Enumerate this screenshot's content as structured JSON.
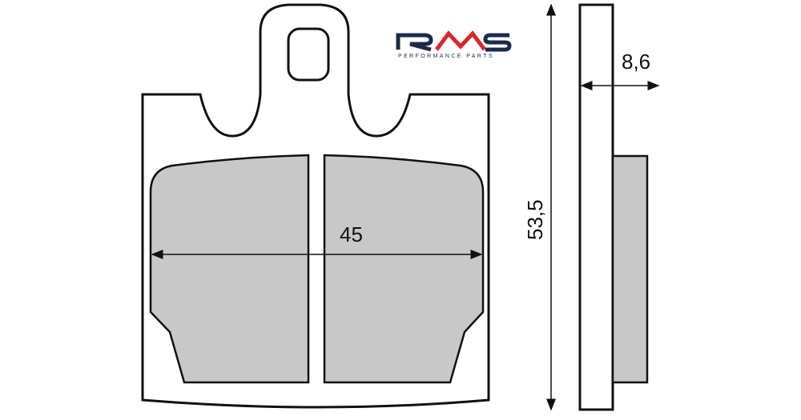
{
  "logo": {
    "brand": "RMS",
    "tagline": "PERFORMANCE PARTS",
    "navy": "#1c2a4a",
    "red": "#d9252b"
  },
  "dimensions": {
    "width_label": "45",
    "height_label": "53,5",
    "thickness_label": "8,6"
  },
  "colors": {
    "outline": "#111111",
    "friction": "#c8c8c8"
  }
}
